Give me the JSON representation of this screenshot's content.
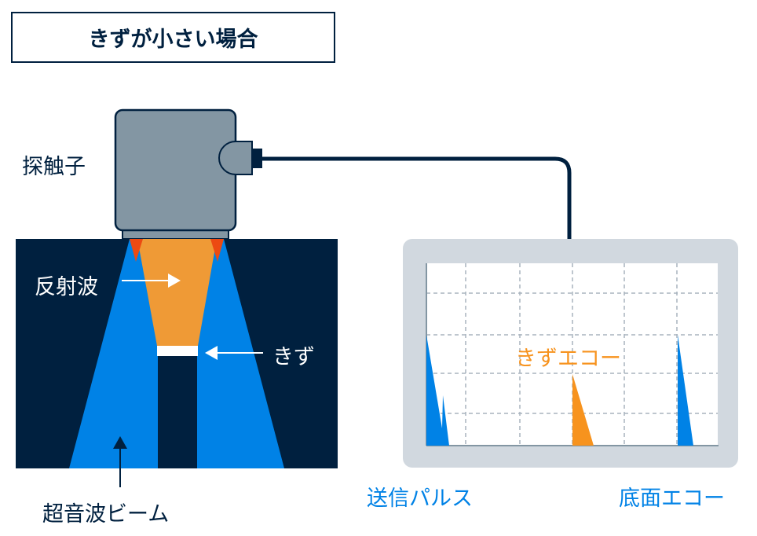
{
  "title": "きずが小さい場合",
  "labels": {
    "probe": "探触子",
    "reflected_wave": "反射波",
    "flaw": "きず",
    "ultrasonic_beam": "超音波ビーム",
    "flaw_echo": "きずエコー",
    "transmit_pulse": "送信パルス",
    "back_echo": "底面エコー"
  },
  "colors": {
    "navy": "#00203f",
    "beam_blue": "#0082e6",
    "reflect_orange": "#ef9a36",
    "edge_red": "#ec4a12",
    "probe_gray": "#8396a3",
    "screen_frame": "#d1d8df",
    "echo_orange": "#f7931e"
  }
}
